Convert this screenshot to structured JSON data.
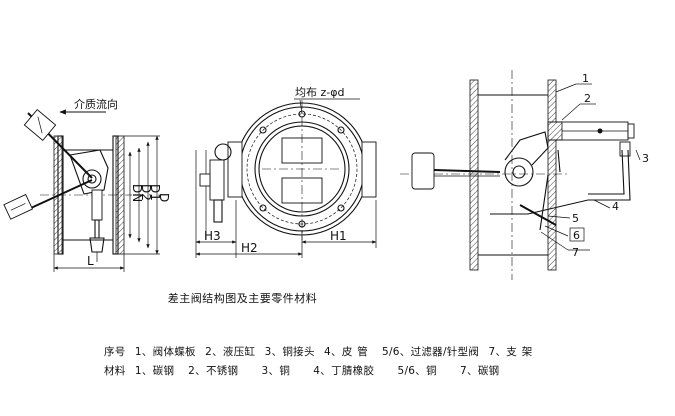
{
  "diagram": {
    "flow_label": "介质流向",
    "bolt_label": "均布 z-φd",
    "dims": {
      "d": "D",
      "d1": "D1",
      "d2": "D2",
      "dn": "DN",
      "l": "L",
      "h1": "H1",
      "h2": "H2",
      "h3": "H3"
    },
    "callouts": [
      "1",
      "2",
      "3",
      "4",
      "5",
      "6",
      "7"
    ]
  },
  "caption": "差主阀结构图及主要零件材料",
  "legend": {
    "row1": "序号  1、阀体蝶板  2、液压缸  3、铜接头  4、皮 管   5/6、过滤器/针型阀  7、支 架",
    "row2": "材料  1、碳钢   2、不锈钢     3、铜     4、丁腈橡胶     5/6、铜     7、碳钢"
  }
}
